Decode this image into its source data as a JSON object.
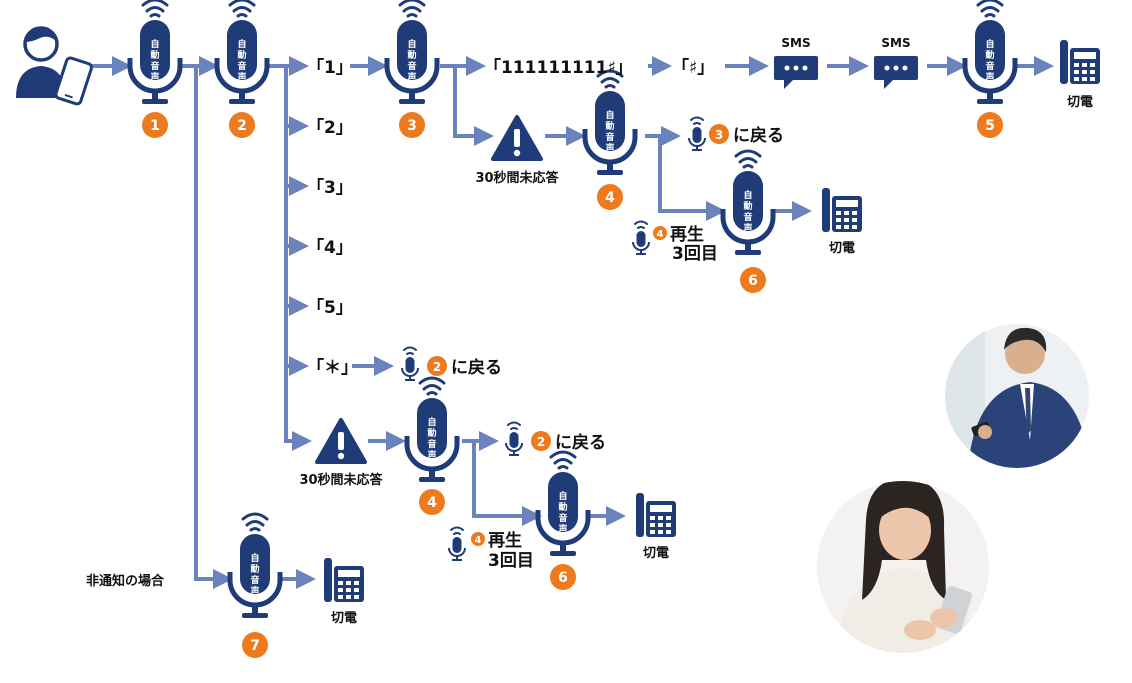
{
  "colors": {
    "navy": "#1f3b78",
    "arrow": "#6b83bd",
    "badge": "#ee7a1e",
    "white": "#ffffff"
  },
  "mic_label": [
    "自",
    "動",
    "音",
    "声"
  ],
  "keys": {
    "k1": "「1」",
    "k2": "「2」",
    "k3": "「3」",
    "k4": "「4」",
    "k5": "「5」",
    "kstar": "「＊」",
    "digits": "「111111111♯」",
    "hash": "「♯」"
  },
  "sms_label": "SMS",
  "hangup_label": "切電",
  "no_answer_label": "30秒間未応答",
  "return_label": "に戻る",
  "replay_line1": "再生",
  "replay_line2": "3回目",
  "hidden_number_label": "非通知の場合",
  "badges": {
    "b1": "1",
    "b2": "2",
    "b3": "3",
    "b4": "4",
    "b5": "5",
    "b6": "6",
    "b7": "7"
  },
  "icons": [
    "user-phone-icon",
    "mic-icon",
    "speech-bubble-icon",
    "phone-icon",
    "warning-icon",
    "person-photo"
  ]
}
